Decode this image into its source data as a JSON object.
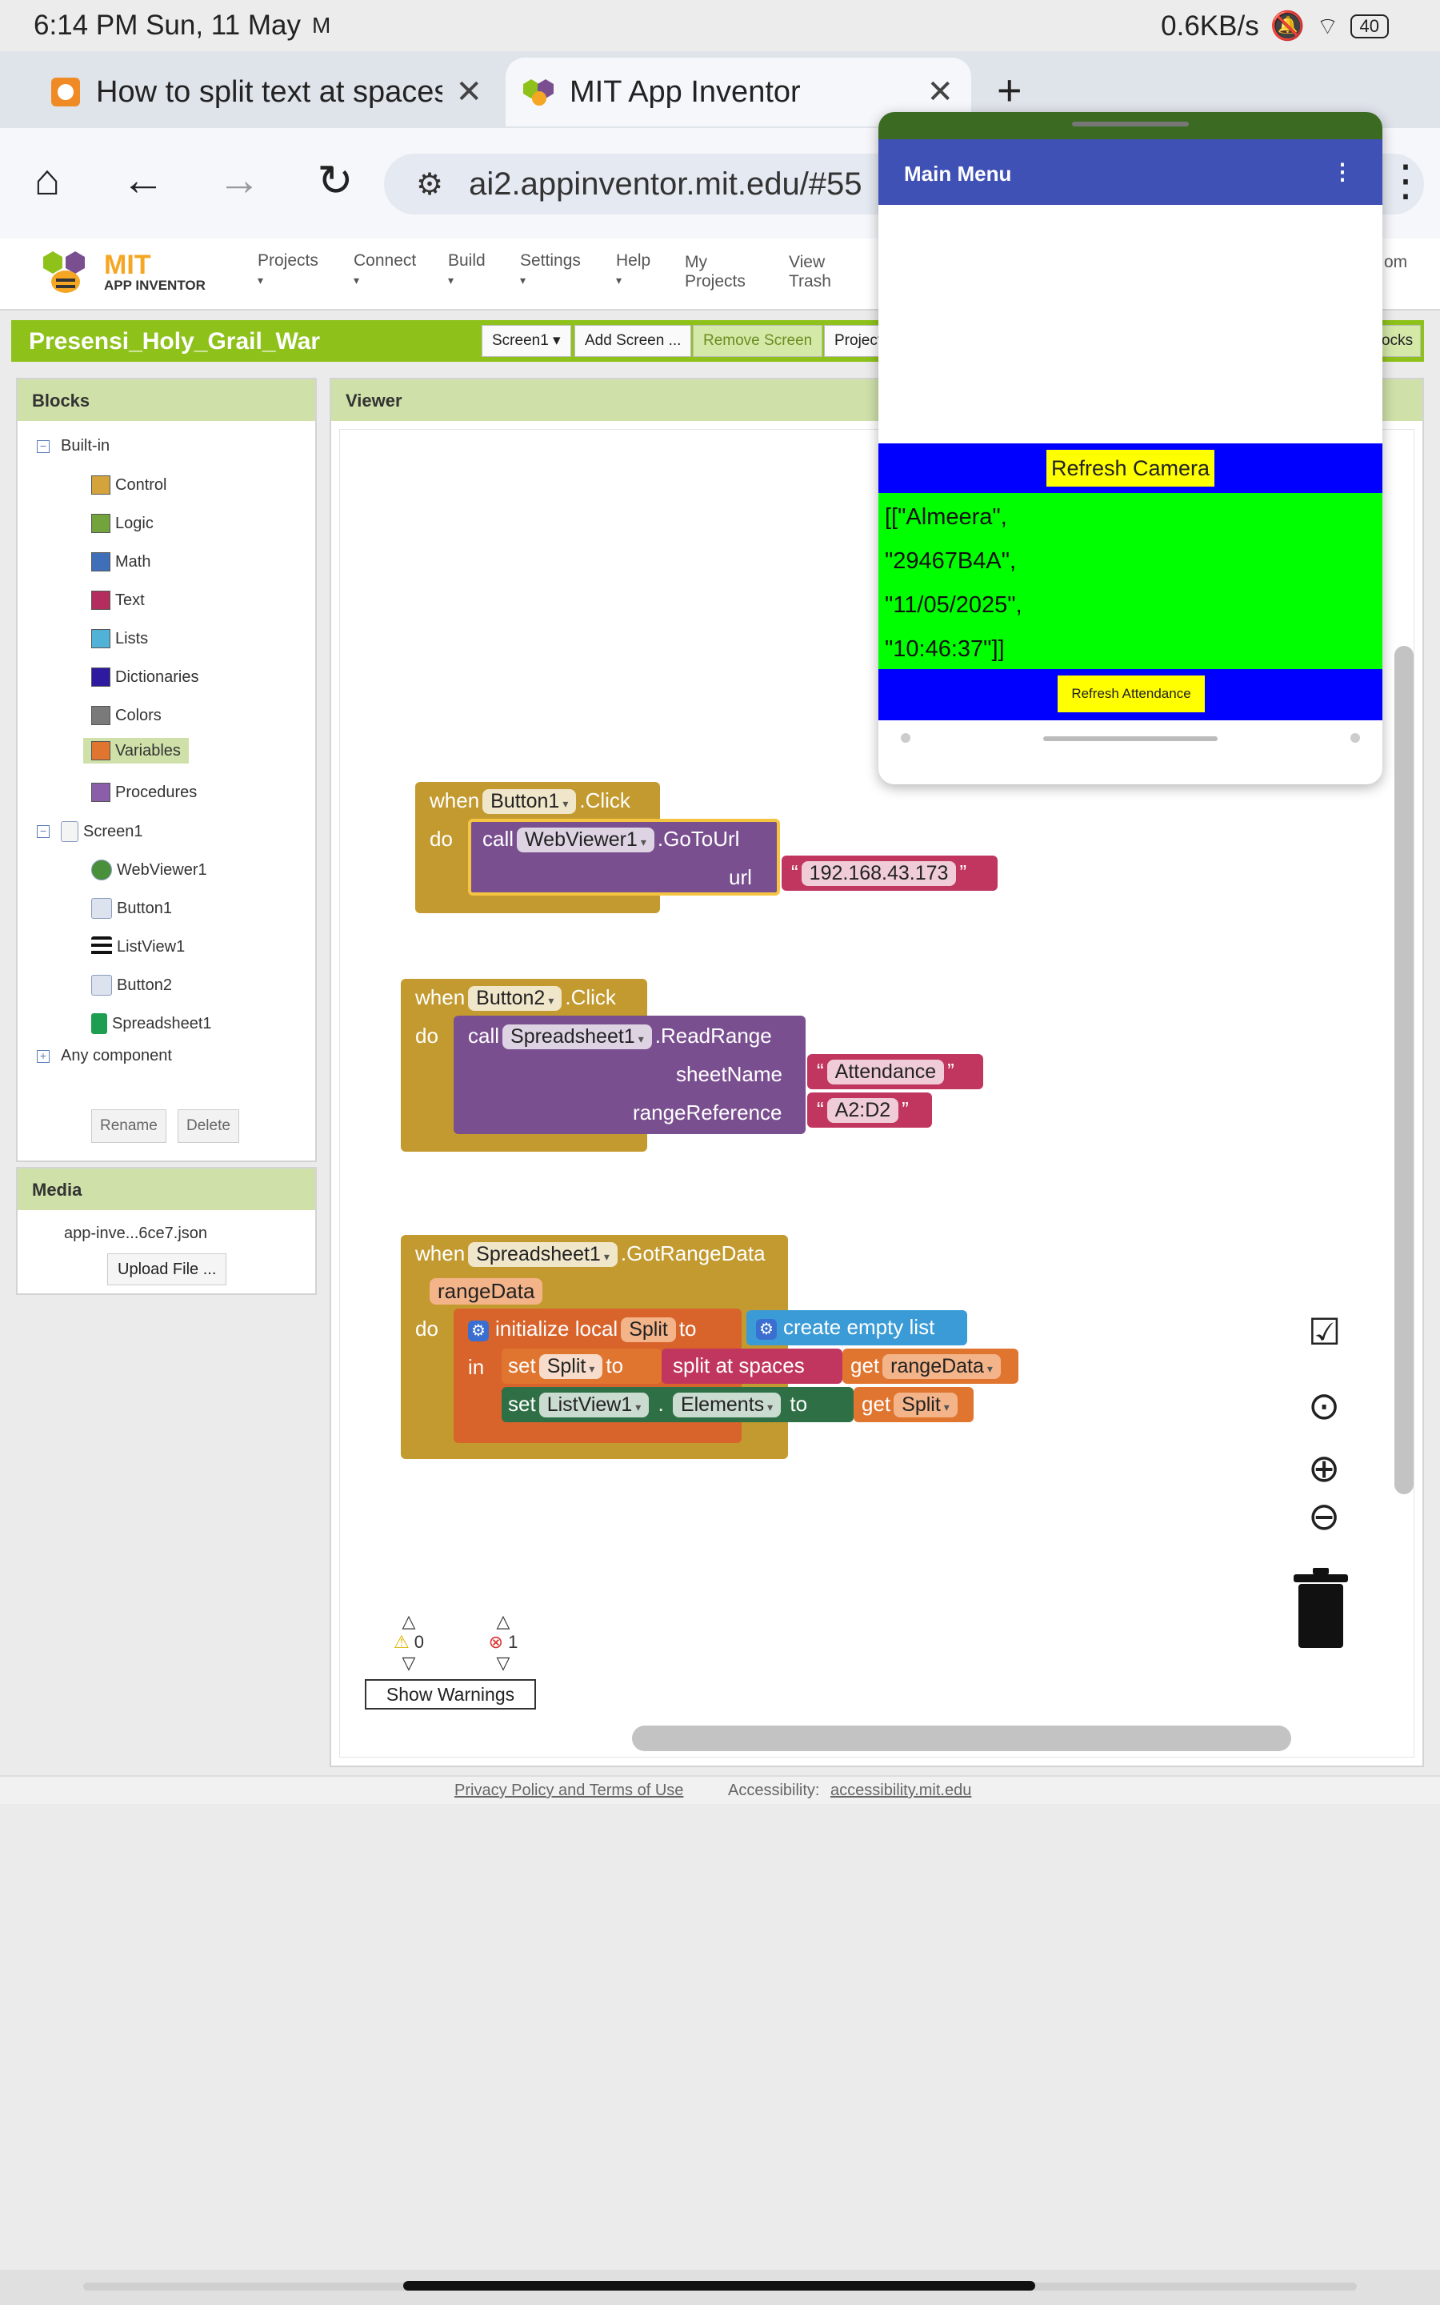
{
  "statusbar": {
    "time": "6:14 PM Sun, 11 May",
    "mail_icon": "gmail-icon",
    "speed": "0.6KB/s",
    "battery": "40"
  },
  "browser": {
    "tabs": [
      {
        "title": "How to split text at spaces",
        "active": false
      },
      {
        "title": "MIT App Inventor",
        "active": true
      }
    ],
    "url": "ai2.appinventor.mit.edu/#55"
  },
  "ai_header": {
    "logo_line1": "MIT",
    "logo_line2": "APP INVENTOR",
    "menus": [
      "Projects",
      "Connect",
      "Build",
      "Settings",
      "Help",
      "My Projects",
      "View Trash"
    ],
    "right_partial": "om"
  },
  "project": {
    "name": "Presensi_Holy_Grail_War",
    "screen_select": "Screen1",
    "add_screen": "Add Screen ...",
    "remove_screen": "Remove Screen",
    "project_partial": "Project",
    "blocks_partial": "ocks"
  },
  "blocks_panel": {
    "title": "Blocks",
    "builtin_label": "Built-in",
    "builtin": [
      {
        "label": "Control",
        "color": "#d4a33b"
      },
      {
        "label": "Logic",
        "color": "#73a33c"
      },
      {
        "label": "Math",
        "color": "#3e6fb8"
      },
      {
        "label": "Text",
        "color": "#b32d5e"
      },
      {
        "label": "Lists",
        "color": "#4fb2d6"
      },
      {
        "label": "Dictionaries",
        "color": "#2d1a9e"
      },
      {
        "label": "Colors",
        "color": "#7a7a7a"
      },
      {
        "label": "Variables",
        "color": "#e07530"
      },
      {
        "label": "Procedures",
        "color": "#8a5ea8"
      }
    ],
    "screen_label": "Screen1",
    "components": [
      "WebViewer1",
      "Button1",
      "ListView1",
      "Button2",
      "Spreadsheet1"
    ],
    "any_component": "Any component",
    "rename": "Rename",
    "delete": "Delete"
  },
  "media_panel": {
    "title": "Media",
    "file": "app-inve...6ce7.json",
    "upload": "Upload File ..."
  },
  "viewer": {
    "title": "Viewer",
    "block1": {
      "when": "when",
      "component": "Button1",
      "event": ".Click",
      "do": "do",
      "call": "call",
      "callee": "WebViewer1",
      "method": ".GoToUrl",
      "arg_label": "url",
      "url_value": "192.168.43.173"
    },
    "block2": {
      "when": "when",
      "component": "Button2",
      "event": ".Click",
      "do": "do",
      "call": "call",
      "callee": "Spreadsheet1",
      "method": ".ReadRange",
      "arg1_label": "sheetName",
      "arg1_value": "Attendance",
      "arg2_label": "rangeReference",
      "arg2_value": "A2:D2"
    },
    "block3": {
      "when": "when",
      "component": "Spreadsheet1",
      "event": ".GotRangeData",
      "param": "rangeData",
      "do": "do",
      "in": "in",
      "init": "initialize local",
      "var": "Split",
      "to": "to",
      "create_list": "create empty list",
      "set": "set",
      "split_at_spaces": "split at spaces",
      "get": "get",
      "get_var1": "rangeData",
      "set2_component": "ListView1",
      "set2_prop": "Elements",
      "get_var2": "Split"
    },
    "warnings_count": "0",
    "errors_count": "1",
    "show_warnings": "Show Warnings"
  },
  "footer": {
    "privacy": "Privacy Policy and Terms of Use",
    "accessibility_label": "Accessibility:",
    "accessibility_link": "accessibility.mit.edu"
  },
  "phone": {
    "title": "Main Menu",
    "refresh_camera": "Refresh Camera",
    "list_items": [
      "[[\"Almeera\",",
      "\"29467B4A\",",
      "\"11/05/2025\",",
      "\"10:46:37\"]]"
    ],
    "refresh_attendance": "Refresh Attendance"
  }
}
